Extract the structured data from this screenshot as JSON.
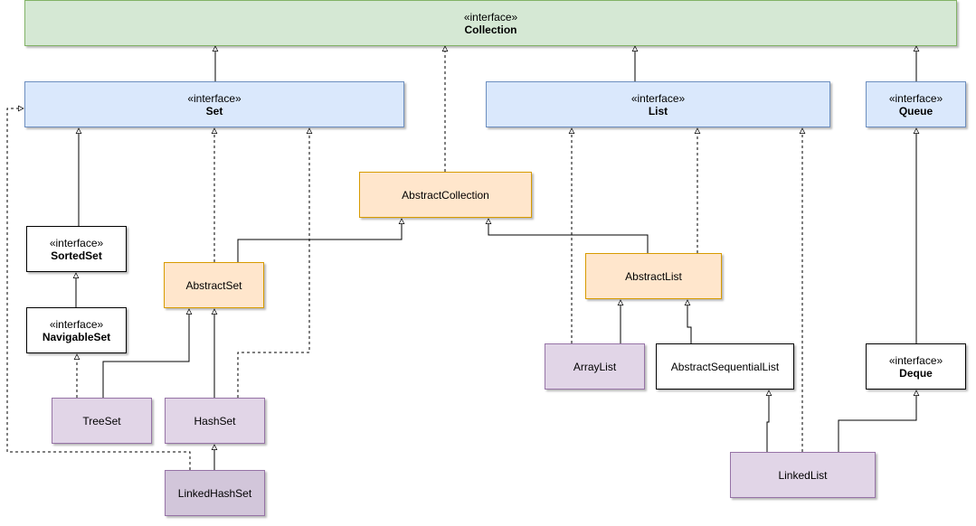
{
  "nodes": {
    "collection": {
      "stereotype": "«interface»",
      "name": "Collection",
      "color": "#d5e8d4"
    },
    "set": {
      "stereotype": "«interface»",
      "name": "Set",
      "color": "#dae8fc"
    },
    "list": {
      "stereotype": "«interface»",
      "name": "List",
      "color": "#dae8fc"
    },
    "queue": {
      "stereotype": "«interface»",
      "name": "Queue",
      "color": "#dae8fc"
    },
    "abstract_collection": {
      "name": "AbstractCollection",
      "color": "#ffe6cc"
    },
    "sorted_set": {
      "stereotype": "«interface»",
      "name": "SortedSet",
      "color": "#ffffff"
    },
    "abstract_set": {
      "name": "AbstractSet",
      "color": "#ffe6cc"
    },
    "abstract_list": {
      "name": "AbstractList",
      "color": "#ffe6cc"
    },
    "navigable_set": {
      "stereotype": "«interface»",
      "name": "NavigableSet",
      "color": "#ffffff"
    },
    "array_list": {
      "name": "ArrayList",
      "color": "#e1d5e7"
    },
    "abstract_sequential_list": {
      "name": "AbstractSequentialList",
      "color": "#ffffff"
    },
    "deque": {
      "stereotype": "«interface»",
      "name": "Deque",
      "color": "#ffffff"
    },
    "tree_set": {
      "name": "TreeSet",
      "color": "#e1d5e7"
    },
    "hash_set": {
      "name": "HashSet",
      "color": "#e1d5e7"
    },
    "linked_list": {
      "name": "LinkedList",
      "color": "#e1d5e7"
    },
    "linked_hash_set": {
      "name": "LinkedHashSet",
      "color": "#d2c6da"
    }
  },
  "edges": [
    {
      "from": "set",
      "to": "collection",
      "kind": "extends"
    },
    {
      "from": "list",
      "to": "collection",
      "kind": "extends"
    },
    {
      "from": "queue",
      "to": "collection",
      "kind": "extends"
    },
    {
      "from": "abstract_collection",
      "to": "collection",
      "kind": "implements"
    },
    {
      "from": "sorted_set",
      "to": "set",
      "kind": "extends"
    },
    {
      "from": "abstract_set",
      "to": "set",
      "kind": "implements"
    },
    {
      "from": "hash_set",
      "to": "set",
      "kind": "implements"
    },
    {
      "from": "linked_hash_set",
      "to": "set",
      "kind": "implements"
    },
    {
      "from": "abstract_set",
      "to": "abstract_collection",
      "kind": "extends"
    },
    {
      "from": "abstract_list",
      "to": "abstract_collection",
      "kind": "extends"
    },
    {
      "from": "navigable_set",
      "to": "sorted_set",
      "kind": "extends"
    },
    {
      "from": "tree_set",
      "to": "navigable_set",
      "kind": "implements"
    },
    {
      "from": "tree_set",
      "to": "abstract_set",
      "kind": "extends"
    },
    {
      "from": "hash_set",
      "to": "abstract_set",
      "kind": "extends"
    },
    {
      "from": "linked_hash_set",
      "to": "hash_set",
      "kind": "extends"
    },
    {
      "from": "array_list",
      "to": "list",
      "kind": "implements"
    },
    {
      "from": "abstract_list",
      "to": "list",
      "kind": "implements"
    },
    {
      "from": "linked_list",
      "to": "list",
      "kind": "implements"
    },
    {
      "from": "array_list",
      "to": "abstract_list",
      "kind": "extends"
    },
    {
      "from": "abstract_sequential_list",
      "to": "abstract_list",
      "kind": "extends"
    },
    {
      "from": "linked_list",
      "to": "abstract_sequential_list",
      "kind": "extends"
    },
    {
      "from": "linked_list",
      "to": "deque",
      "kind": "implements"
    },
    {
      "from": "deque",
      "to": "queue",
      "kind": "extends"
    }
  ]
}
